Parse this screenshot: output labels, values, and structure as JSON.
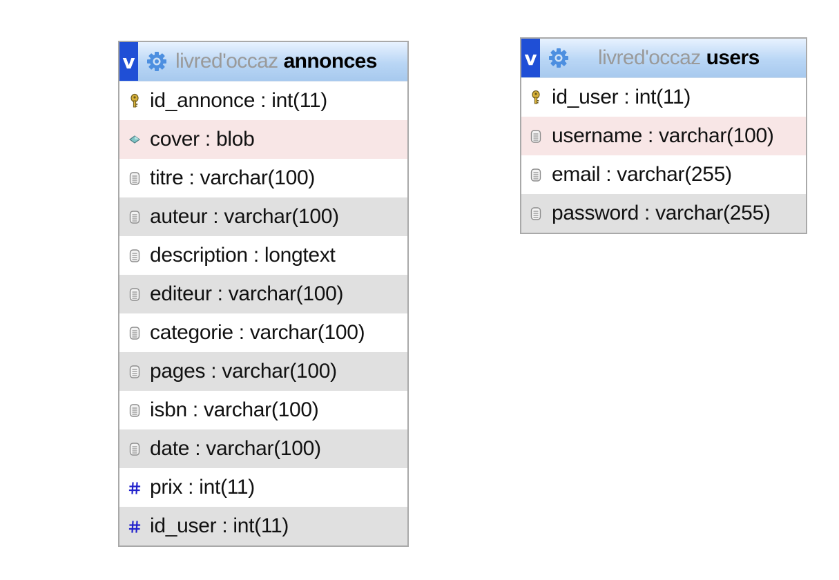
{
  "colors": {
    "header_gradient_top": "#e8f2ff",
    "header_gradient_bottom": "#a7c9ee",
    "toggle_button": "#1f4fd6",
    "alt_row": "#e0e0e0",
    "highlight_row": "#f8e6e6",
    "db_name_text": "#9a9a9a"
  },
  "tables": [
    {
      "toggle_label": "v",
      "database": "livred'occaz",
      "name": "annonces",
      "fields": [
        {
          "label": "id_annonce : int(11)",
          "icon": "primary-key-icon",
          "style": "plain"
        },
        {
          "label": "cover : blob",
          "icon": "blob-diamond-icon",
          "style": "highlight"
        },
        {
          "label": "titre : varchar(100)",
          "icon": "text-field-icon",
          "style": "plain"
        },
        {
          "label": "auteur : varchar(100)",
          "icon": "text-field-icon",
          "style": "alt"
        },
        {
          "label": "description : longtext",
          "icon": "text-field-icon",
          "style": "plain"
        },
        {
          "label": "editeur : varchar(100)",
          "icon": "text-field-icon",
          "style": "alt"
        },
        {
          "label": "categorie : varchar(100)",
          "icon": "text-field-icon",
          "style": "plain"
        },
        {
          "label": "pages : varchar(100)",
          "icon": "text-field-icon",
          "style": "alt"
        },
        {
          "label": "isbn : varchar(100)",
          "icon": "text-field-icon",
          "style": "plain"
        },
        {
          "label": "date : varchar(100)",
          "icon": "text-field-icon",
          "style": "alt"
        },
        {
          "label": "prix : int(11)",
          "icon": "numeric-hash-icon",
          "style": "plain"
        },
        {
          "label": "id_user : int(11)",
          "icon": "numeric-hash-icon",
          "style": "alt"
        }
      ]
    },
    {
      "toggle_label": "v",
      "database": "livred'occaz",
      "name": "users",
      "fields": [
        {
          "label": "id_user : int(11)",
          "icon": "primary-key-icon",
          "style": "plain"
        },
        {
          "label": "username : varchar(100)",
          "icon": "text-field-icon",
          "style": "highlight"
        },
        {
          "label": "email : varchar(255)",
          "icon": "text-field-icon",
          "style": "plain"
        },
        {
          "label": "password : varchar(255)",
          "icon": "text-field-icon",
          "style": "alt"
        }
      ]
    }
  ]
}
